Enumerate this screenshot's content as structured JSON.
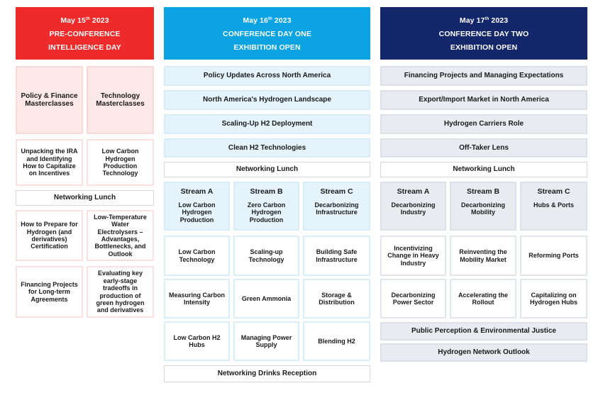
{
  "day1": {
    "date": "May 15",
    "date_sup": "th",
    "date_year": " 2023",
    "line2": "PRE-CONFERENCE",
    "line3": "INTELLIGENCE DAY",
    "masterclass_a": "Policy & Finance Masterclasses",
    "masterclass_b": "Technology Masterclasses",
    "sessions_a": [
      "Unpacking the IRA and Identifying How to Capitalize on Incentives",
      "How to Prepare for Hydrogen (and derivatives) Certification",
      "Financing Projects for Long-term Agreements"
    ],
    "sessions_b": [
      "Low Carbon Hydrogen Production Technology",
      "Low-Temperature Water Electrolysers – Advantages, Bottlenecks, and Outlook",
      "Evaluating key early-stage tradeoffs in production of green hydrogen and derivatives"
    ],
    "lunch": "Networking Lunch"
  },
  "day2": {
    "date": "May 16",
    "date_sup": "th",
    "date_year": " 2023",
    "line2": "CONFERENCE DAY ONE",
    "line3": "EXHIBITION OPEN",
    "plenary": [
      "Policy Updates Across North America",
      "North America's Hydrogen Landscape",
      "Scaling-Up H2 Deployment",
      "Clean H2 Technologies"
    ],
    "lunch": "Networking Lunch",
    "streams": [
      {
        "title": "Stream A",
        "subtitle": "Low Carbon Hydrogen Production",
        "sessions": [
          "Low Carbon Technology",
          "Measuring Carbon Intensity",
          "Low Carbon H2 Hubs"
        ]
      },
      {
        "title": "Stream B",
        "subtitle": "Zero Carbon Hydrogen Production",
        "sessions": [
          "Scaling-up Technology",
          "Green Ammonia",
          "Managing Power Supply"
        ]
      },
      {
        "title": "Stream C",
        "subtitle": "Decarbonizing Infrastructure",
        "sessions": [
          "Building Safe Infrastructure",
          "Storage & Distribution",
          "Blending H2"
        ]
      }
    ],
    "reception": "Networking Drinks Reception"
  },
  "day3": {
    "date": "May 17",
    "date_sup": "th",
    "date_year": " 2023",
    "line2": "CONFERENCE DAY TWO",
    "line3": "EXHIBITION OPEN",
    "plenary": [
      "Financing Projects and Managing Expectations",
      "Export/Import Market in North America",
      "Hydrogen Carriers Role",
      "Off-Taker Lens"
    ],
    "lunch": "Networking Lunch",
    "streams": [
      {
        "title": "Stream A",
        "subtitle": "Decarbonizing Industry",
        "sessions": [
          "Incentivizing Change in Heavy Industry",
          "Decarbonizing Power Sector"
        ]
      },
      {
        "title": "Stream B",
        "subtitle": "Decarbonizing Mobility",
        "sessions": [
          "Reinventing the Mobility Market",
          "Accelerating the Rollout"
        ]
      },
      {
        "title": "Stream C",
        "subtitle": "Hubs & Ports",
        "sessions": [
          "Reforming Ports",
          "Capitalizing on Hydrogen Hubs"
        ]
      }
    ],
    "closing": [
      "Public Perception & Environmental Justice",
      "Hydrogen Network Outlook"
    ]
  },
  "colors": {
    "red": "#ee2a2a",
    "cyan": "#0ba3e1",
    "navy": "#14276a",
    "pink_fill": "#fde8e8",
    "blue_fill": "#e4f3fc",
    "grey_fill": "#e9ebf1"
  }
}
